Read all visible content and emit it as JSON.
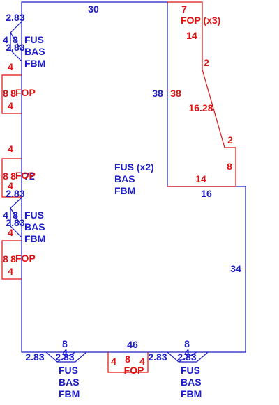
{
  "colors": {
    "main": "#1c1cc8",
    "porch": "#e01010",
    "background": "#ffffff"
  },
  "main_labels": {
    "top": "30",
    "left_notch": "38",
    "right_lower": "34",
    "bottom": "46",
    "notch_bottom": "16",
    "left_72": "72",
    "area_codes": [
      "FUS (x2)",
      "BAS",
      "FBM"
    ]
  },
  "fop_x3": {
    "title": "FOP (x3)",
    "edges": [
      "7",
      "14",
      "2",
      "38",
      "16.28",
      "2",
      "8",
      "14"
    ]
  },
  "bays": {
    "codes": [
      "FUS",
      "BAS",
      "FBM"
    ],
    "left_1": [
      "2.83",
      "4",
      "8",
      "2.83"
    ],
    "left_2": [
      "2.83",
      "4",
      "8",
      "2.83"
    ],
    "bottom_1": [
      "8",
      "2.83",
      "4",
      "2.83"
    ],
    "bottom_2": [
      "8",
      "2.83",
      "4",
      "2.83"
    ]
  },
  "porches": {
    "label": "FOP",
    "left_1": [
      "4",
      "8",
      "8",
      "4"
    ],
    "left_2": [
      "4",
      "8",
      "8",
      "4"
    ],
    "left_3": [
      "4",
      "8",
      "8",
      "4"
    ],
    "bottom": [
      "4",
      "8",
      "4"
    ]
  }
}
